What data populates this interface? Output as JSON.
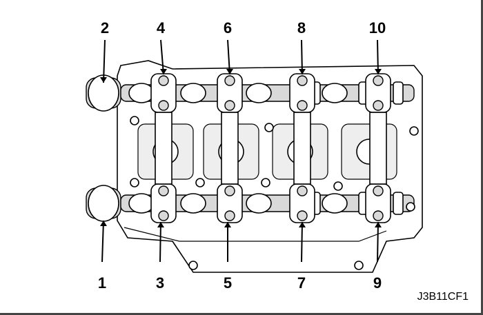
{
  "figure": {
    "title_code": "J3B11CF1",
    "callouts_top": [
      "2",
      "4",
      "6",
      "8",
      "10"
    ],
    "callouts_bottom": [
      "1",
      "3",
      "5",
      "7",
      "9"
    ]
  }
}
